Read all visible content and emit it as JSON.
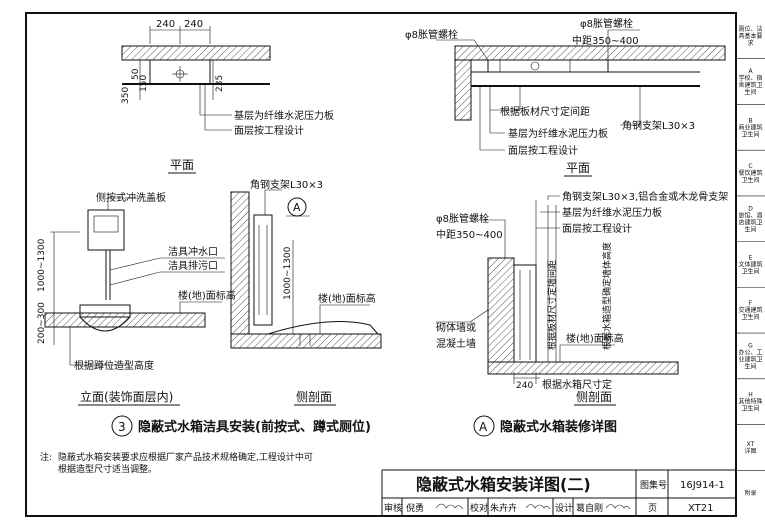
{
  "sidebar": {
    "tabs": [
      {
        "label": "厕位、洁具基本要求"
      },
      {
        "label": "A 学校、宿舍建筑卫生间"
      },
      {
        "label": "B 商业建筑卫生间"
      },
      {
        "label": "C 餐饮建筑卫生间"
      },
      {
        "label": "D 旅馆、酒店建筑卫生间"
      },
      {
        "label": "E 文体建筑卫生间"
      },
      {
        "label": "F 交通建筑卫生间"
      },
      {
        "label": "G 办公、工业建筑卫生间"
      },
      {
        "label": "H 其他特殊卫生间"
      },
      {
        "label": "XT 详图"
      },
      {
        "label": "附录"
      }
    ]
  },
  "left_detail": {
    "plan_dims": [
      "240",
      "240"
    ],
    "plan_side_dims": [
      "50",
      "150",
      "350",
      "235"
    ],
    "plan_notes": [
      "基层为纤维水泥压力板",
      "面层按工程设计"
    ],
    "plan_title": "平面",
    "elev_labels": [
      "侧按式冲洗盖板",
      "洁具冲水口",
      "洁具排污口",
      "楼(地)面标高",
      "根据蹲位造型高度"
    ],
    "elev_dims": [
      "1000~1300",
      "200~300"
    ],
    "elev_title": "立面(装饰面层内)",
    "side_labels": [
      "角钢支架L30×3",
      "楼(地)面标高"
    ],
    "side_dim": "1000~1300",
    "side_title": "侧剖面",
    "callout_a": "A",
    "detail_no": "3",
    "detail_caption": "隐蔽式水箱洁具安装(前按式、蹲式厕位)"
  },
  "right_detail": {
    "plan_labels": [
      "φ8胀管螺栓",
      "φ8胀管螺栓",
      "中距350~400",
      "根据板材尺寸定间距",
      "基层为纤维水泥压力板",
      "面层按工程设计",
      "角钢支架L30×3"
    ],
    "plan_title": "平面",
    "side_labels": [
      "角钢支架L30×3,铝合金或木龙骨支架",
      "基层为纤维水泥压力板",
      "面层按工程设计",
      "φ8胀管螺栓",
      "中距350~400",
      "根据板材尺寸定墙间距",
      "根据水箱造型确定墙体高度",
      "砌体墙或",
      "混凝土墙",
      "楼(地)面标高",
      "240",
      "根据水箱尺寸定"
    ],
    "side_title": "侧剖面",
    "detail_no": "A",
    "detail_caption": "隐蔽式水箱装修详图"
  },
  "notes": {
    "prefix": "注:",
    "lines": [
      "隐蔽式水箱安装要求应根据厂家产品技术规格确定,工程设计中可",
      "根据造型尺寸适当调整。"
    ]
  },
  "title_block": {
    "title": "隐蔽式水箱安装详图(二)",
    "set_no_label": "图集号",
    "set_no": "16J914-1",
    "page_label": "页",
    "page_no": "XT21",
    "review": "审核",
    "reviewer": "倪勇",
    "check": "校对",
    "checker": "朱卉卉",
    "design": "设计",
    "designer": "葛自刚"
  }
}
